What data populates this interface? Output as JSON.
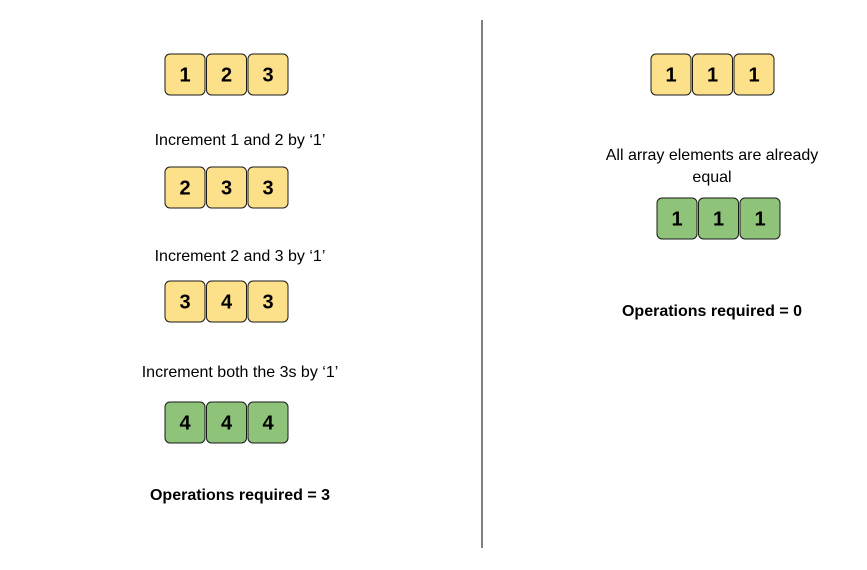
{
  "left": {
    "arrays": [
      {
        "values": [
          "1",
          "2",
          "3"
        ],
        "color": "#fde08a"
      },
      {
        "values": [
          "2",
          "3",
          "3"
        ],
        "color": "#fde08a"
      },
      {
        "values": [
          "3",
          "4",
          "3"
        ],
        "color": "#fde08a"
      },
      {
        "values": [
          "4",
          "4",
          "4"
        ],
        "color": "#8fc379"
      }
    ],
    "steps": [
      "Increment 1 and 2 by ‘1’",
      "Increment 2 and 3 by ‘1’",
      "Increment both the 3s  by ‘1’"
    ],
    "result": "Operations required = 3"
  },
  "right": {
    "arrays": [
      {
        "values": [
          "1",
          "1",
          "1"
        ],
        "color": "#fde08a"
      },
      {
        "values": [
          "1",
          "1",
          "1"
        ],
        "color": "#8fc379"
      }
    ],
    "note_line1": "All array elements are already",
    "note_line2": "equal",
    "result": "Operations required = 0"
  },
  "colors": {
    "initial": "#fde08a",
    "final": "#8fc379",
    "divider": "#000000"
  }
}
